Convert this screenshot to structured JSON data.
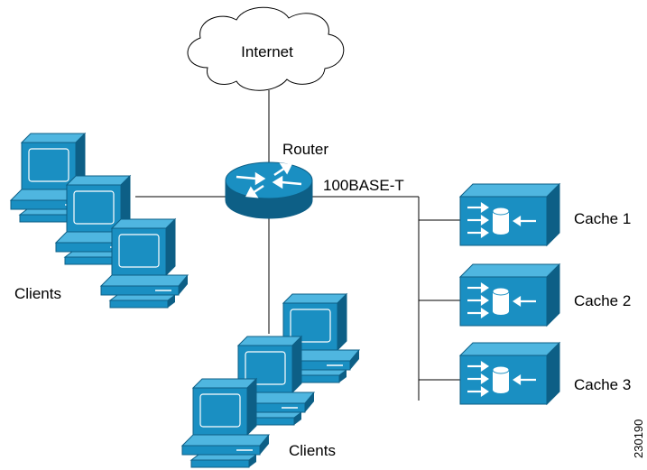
{
  "cloud": {
    "label": "Internet"
  },
  "router": {
    "label": "Router"
  },
  "link": {
    "label": "100BASE-T"
  },
  "client_groups": [
    {
      "label": "Clients"
    },
    {
      "label": "Clients"
    }
  ],
  "caches": [
    {
      "label": "Cache 1"
    },
    {
      "label": "Cache 2"
    },
    {
      "label": "Cache 3"
    }
  ],
  "figure_id": "230190",
  "colors": {
    "device_fill": "#1a8fc2",
    "device_dark": "#0d5f86",
    "device_light": "#4fb6e0",
    "line": "#000000",
    "cloud_fill": "#ffffff"
  }
}
